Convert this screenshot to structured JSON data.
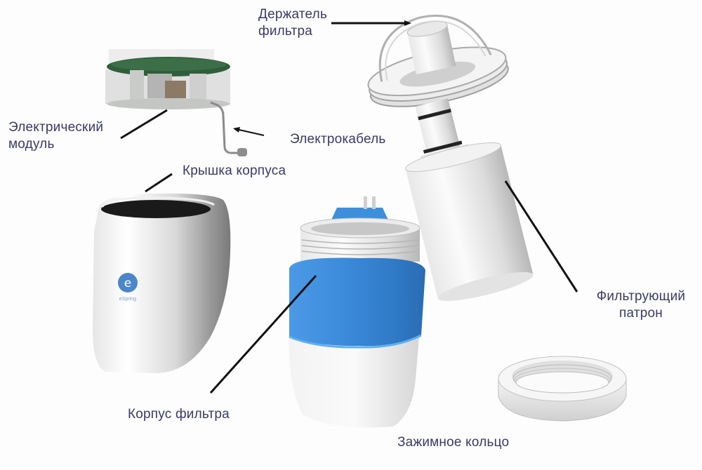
{
  "diagram": {
    "title": "",
    "brand_logo": {
      "letter": "e",
      "text": "eSpring",
      "color": "#4a86c8"
    },
    "colors": {
      "label_text": "#3a3a66",
      "leader_line": "#111111",
      "accent_blue": "#3d8fdc",
      "pcb_green": "#2f5e3a",
      "body_white": "#f2f2f2"
    },
    "components": [
      {
        "id": "filter-holder",
        "label_lines": [
          "Держатель",
          "фильтра"
        ]
      },
      {
        "id": "electric-module",
        "label_lines": [
          "Электрический",
          "модуль"
        ]
      },
      {
        "id": "electric-cable",
        "label_lines": [
          "Электрокабель"
        ]
      },
      {
        "id": "housing-cover",
        "label_lines": [
          "Крышка корпуса"
        ]
      },
      {
        "id": "filter-cartridge",
        "label_lines": [
          "Фильтрующий",
          "патрон"
        ]
      },
      {
        "id": "filter-housing",
        "label_lines": [
          "Корпус фильтра"
        ]
      },
      {
        "id": "clamp-ring",
        "label_lines": [
          "Зажимное кольцо"
        ]
      }
    ]
  }
}
